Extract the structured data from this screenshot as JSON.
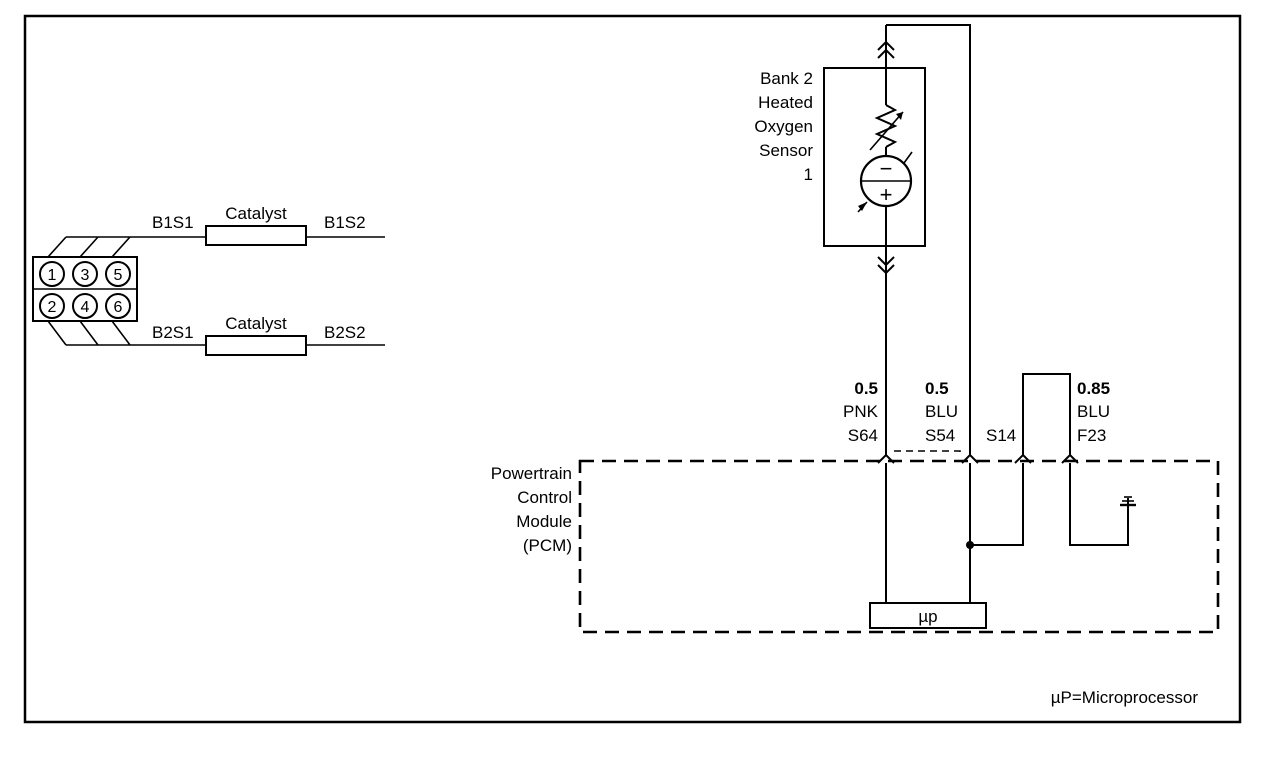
{
  "engine": {
    "cylinders": [
      "1",
      "3",
      "5",
      "2",
      "4",
      "6"
    ]
  },
  "exhaust": {
    "bank1_upstream": "B1S1",
    "bank1_downstream": "B1S2",
    "bank2_upstream": "B2S1",
    "bank2_downstream": "B2S2",
    "catalyst_label": "Catalyst"
  },
  "sensor": {
    "label_lines": [
      "Bank 2",
      "Heated",
      "Oxygen",
      "Sensor",
      "1"
    ],
    "minus_symbol": "−",
    "plus_symbol": "+"
  },
  "wires": [
    {
      "gauge": "0.5",
      "color": "PNK",
      "circuit": "S64"
    },
    {
      "gauge": "0.5",
      "color": "BLU",
      "circuit": "S54"
    },
    {
      "gauge": "",
      "color": "",
      "circuit": "S14"
    },
    {
      "gauge": "0.85",
      "color": "BLU",
      "circuit": "F23"
    }
  ],
  "pcm": {
    "label_lines": [
      "Powertrain",
      "Control",
      "Module",
      "(PCM)"
    ],
    "microprocessor_label": "µp"
  },
  "footnote": "µP=Microprocessor"
}
